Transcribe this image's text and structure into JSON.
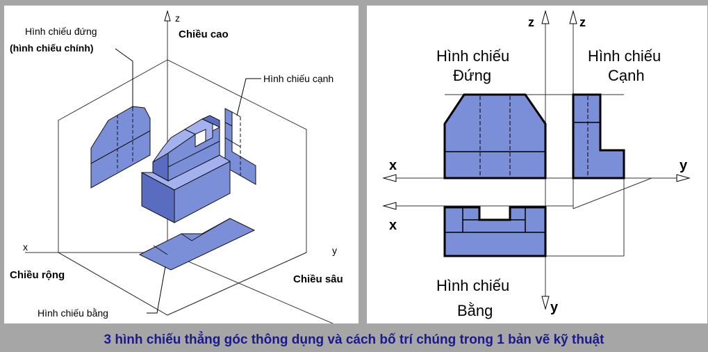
{
  "left": {
    "axis_z": "z",
    "height_label": "Chiều cao",
    "front_view_label": "Hình chiếu đứng",
    "front_view_note": "(hình chiếu chính)",
    "side_view_label": "Hình chiếu cạnh",
    "axis_x": "x",
    "width_label": "Chiều rộng",
    "axis_y": "y",
    "depth_label": "Chiều sâu",
    "top_view_label": "Hình chiếu bằng"
  },
  "right": {
    "axis_z1": "z",
    "axis_z2": "z",
    "front_view_line1": "Hình chiếu",
    "front_view_line2": "Đứng",
    "side_view_line1": "Hình chiếu",
    "side_view_line2": "Cạnh",
    "axis_x1": "x",
    "axis_x2": "x",
    "axis_y1": "y",
    "axis_y2": "y",
    "top_view_line1": "Hình chiếu",
    "top_view_line2": "Bằng"
  },
  "caption": "3 hình chiếu thẳng góc thông dụng và cách bố trí chúng trong 1 bản vẽ kỹ thuật",
  "colors": {
    "face": "#7b8fd8",
    "face_dark": "#5a6cc0",
    "face_light": "#a3b2ee",
    "caption": "#1a1a8c"
  }
}
